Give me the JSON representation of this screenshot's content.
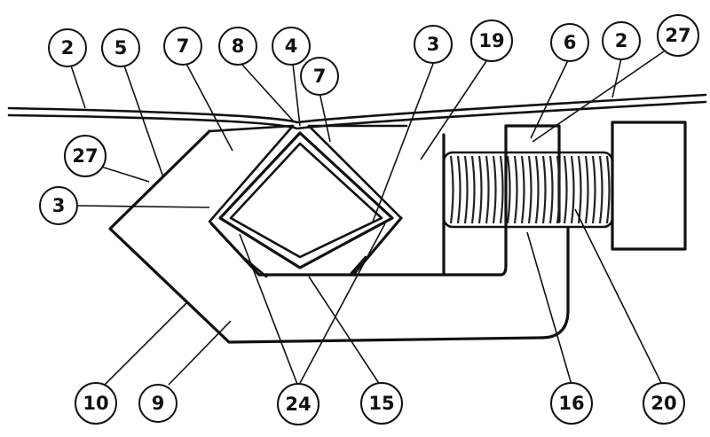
{
  "figure": {
    "labels": {
      "top": [
        "2",
        "5",
        "7",
        "8",
        "4",
        "7",
        "3",
        "19",
        "6",
        "2",
        "27"
      ],
      "left_27": "27",
      "left_3": "3",
      "bottom": [
        "10",
        "9",
        "24",
        "15",
        "16",
        "20"
      ]
    }
  }
}
